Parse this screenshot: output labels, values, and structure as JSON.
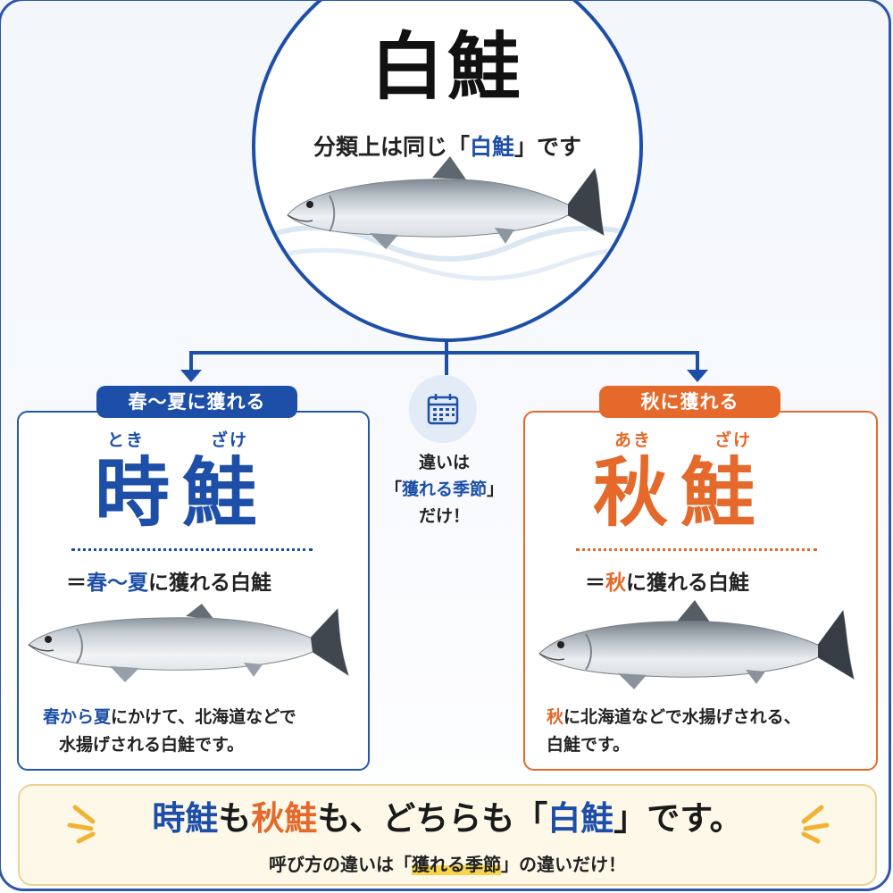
{
  "top": {
    "title": "白鮭",
    "subtitle_pre": "分類上は同じ「",
    "subtitle_em": "白鮭",
    "subtitle_post": "」です"
  },
  "left": {
    "tag": "春〜夏に獲れる",
    "ruby_1": "とき",
    "ruby_2": "ざけ",
    "name": "時鮭",
    "eq_pre": "＝",
    "eq_em": "春〜夏",
    "eq_post": "に獲れる白鮭",
    "desc_em": "春から夏",
    "desc_line1": "にかけて、北海道などで",
    "desc_line2": "水揚げされる白鮭です。"
  },
  "center": {
    "line1": "違いは",
    "line2_pre": "「",
    "line2_em": "獲れる季節",
    "line2_post": "」",
    "line3": "だけ！",
    "icon": "calendar-icon"
  },
  "right": {
    "tag": "秋に獲れる",
    "ruby_1": "あき",
    "ruby_2": "ざけ",
    "name": "秋鮭",
    "eq_pre": "＝",
    "eq_em": "秋",
    "eq_post": "に獲れる白鮭",
    "desc_em": "秋",
    "desc_line1": "に北海道などで水揚げされる、",
    "desc_line2": "白鮭です。"
  },
  "banner": {
    "p1": "時鮭",
    "p2": "も",
    "p3": "秋鮭",
    "p4": "も、どちらも「",
    "p5": "白鮭",
    "p6": "」です。",
    "sub_pre": "呼び方の違いは「",
    "sub_em": "獲れる季節",
    "sub_post": "」の違いだけ！"
  },
  "colors": {
    "blue": "#1d4fa8",
    "orange": "#e4692a",
    "banner_bg": "#fdf8e8",
    "highlight": "#f7d44a"
  }
}
